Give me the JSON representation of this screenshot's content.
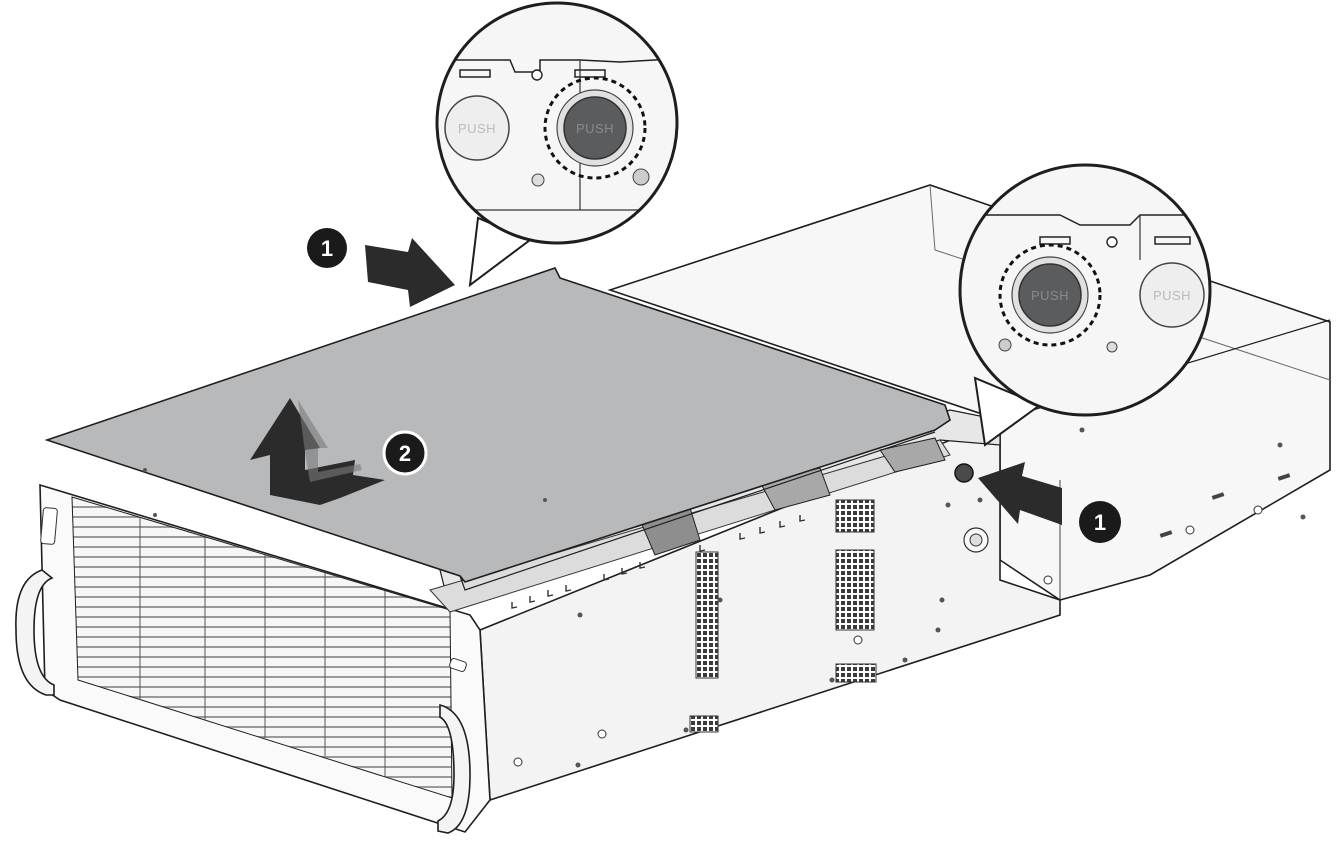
{
  "steps": {
    "step1_label": "1",
    "step2_label": "2"
  },
  "zoom_callouts": {
    "top": {
      "left_button_text": "PUSH",
      "right_button_text": "PUSH"
    },
    "right": {
      "left_button_text": "PUSH",
      "right_button_text": "PUSH"
    }
  },
  "colors": {
    "cover_fill": "#b7b9bb",
    "chassis_fill": "#f4f4f4",
    "outline": "#1e1e1e",
    "arrow": "#2b2b2b",
    "badge": "#1a1a1a",
    "pressed_button": "#5a5c5e",
    "unpressed_button": "#eeeeee"
  },
  "icons": {
    "step_badge": "numbered-circle",
    "push_direction": "block-arrow",
    "lift_direction": "l-shaped-arrow"
  }
}
